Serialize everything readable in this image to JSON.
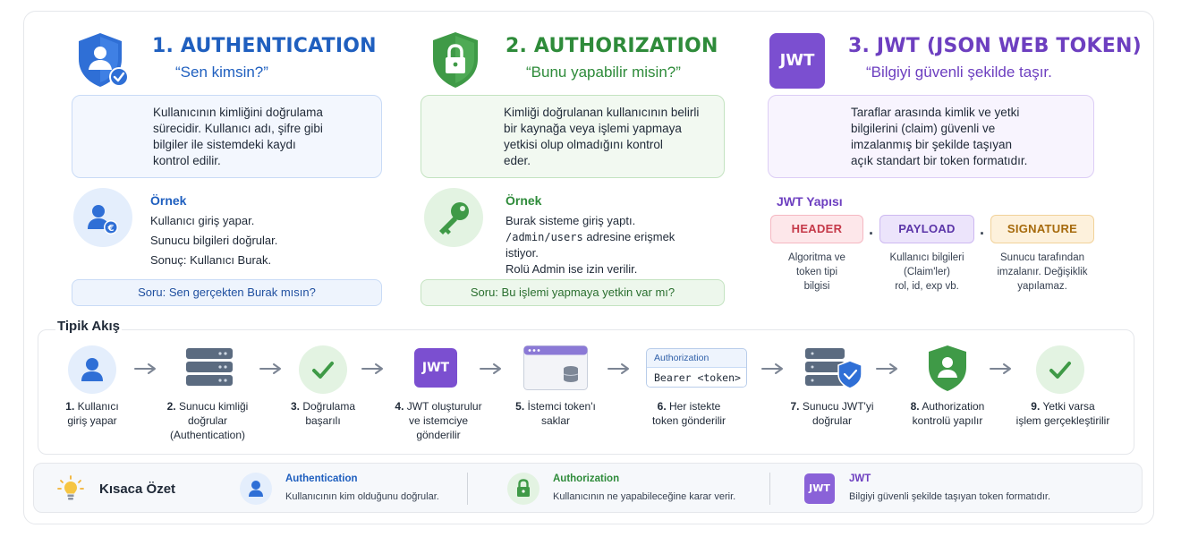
{
  "columns": [
    {
      "title": "1. AUTHENTICATION",
      "subtitle": "“Sen kimsin?”",
      "icon": "shield-user-icon",
      "color": "#1f5fbf",
      "description": [
        "Kullanıcının kimliğini doğrulama",
        "sürecidir. Kullanıcı adı, şifre gibi",
        "bilgiler ile sistemdeki kaydı",
        "kontrol edilir."
      ],
      "example_title": "Örnek",
      "example_icon": "user-card-icon",
      "example_lines": [
        "Kullanıcı giriş yapar.",
        "Sunucu bilgileri doğrular.",
        "Sonuç: Kullanıcı Burak."
      ],
      "question": "Soru: Sen gerçekten Burak mısın?"
    },
    {
      "title": "2. AUTHORIZATION",
      "subtitle": "“Bunu yapabilir misin?”",
      "icon": "shield-lock-icon",
      "color": "#2e8b3a",
      "description": [
        "Kimliği doğrulanan kullanıcının belirli",
        "bir kaynağa veya işlemi yapmaya",
        "yetkisi olup olmadığını kontrol",
        "eder."
      ],
      "example_title": "Örnek",
      "example_icon": "key-icon",
      "example_lines": [
        "Burak sisteme giriş yaptı.",
        "/admin/users",
        " adresine erişmek",
        "istiyor.",
        "Rolü Admin ise izin verilir."
      ],
      "question": "Soru: Bu işlemi yapmaya yetkin var mı?"
    },
    {
      "title": "3. JWT (JSON WEB TOKEN)",
      "subtitle": "“Bilgiyi güvenli şekilde taşır.",
      "icon_text": "JWT",
      "color": "#6d3fc0",
      "description": [
        "Taraflar arasında kimlik ve yetki",
        "bilgilerini (claim) güvenli ve",
        "imzalanmış bir şekilde taşıyan",
        "açık standart bir token formatıdır."
      ],
      "structure_title": "JWT Yapısı",
      "parts": [
        {
          "label": "HEADER",
          "desc": [
            "Algoritma ve",
            "token tipi",
            "bilgisi"
          ]
        },
        {
          "label": "PAYLOAD",
          "desc": [
            "Kullanıcı bilgileri",
            "(Claim'ler)",
            "rol, id, exp vb."
          ]
        },
        {
          "label": "SIGNATURE",
          "desc": [
            "Sunucu tarafından",
            "imzalanır. Değişiklik",
            "yapılamaz."
          ]
        }
      ],
      "separator": "."
    }
  ],
  "flow": {
    "title": "Tipik Akış",
    "steps": [
      {
        "num": "1.",
        "lines": [
          "Kullanıcı",
          "giriş yapar"
        ],
        "icon": "user-icon"
      },
      {
        "num": "2.",
        "lines": [
          "Sunucu kimliği",
          "doğrular",
          "(Authentication)"
        ],
        "icon": "server-icon"
      },
      {
        "num": "3.",
        "lines": [
          "Doğrulama",
          "başarılı"
        ],
        "icon": "check-icon"
      },
      {
        "num": "4.",
        "lines": [
          "JWT oluşturulur",
          "ve istemciye",
          "gönderilir"
        ],
        "icon": "jwt-icon",
        "icon_text": "JWT"
      },
      {
        "num": "5.",
        "lines": [
          "İstemci token'ı",
          "saklar"
        ],
        "icon": "browser-storage-icon"
      },
      {
        "num": "6.",
        "lines": [
          "Her istekte",
          "token gönderilir"
        ],
        "icon": "auth-header-icon",
        "header_key": "Authorization",
        "header_value": "Bearer <token>"
      },
      {
        "num": "7.",
        "lines": [
          "Sunucu JWT'yi",
          "doğrular"
        ],
        "icon": "server-shield-icon"
      },
      {
        "num": "8.",
        "lines": [
          "Authorization",
          "kontrolü yapılır"
        ],
        "icon": "shield-user-icon"
      },
      {
        "num": "9.",
        "lines": [
          "Yetki varsa",
          "işlem gerçekleştirilir"
        ],
        "icon": "check-icon"
      }
    ]
  },
  "summary": {
    "title": "Kısaca Özet",
    "icon": "lightbulb-icon",
    "items": [
      {
        "title": "Authentication",
        "text": "Kullanıcının kim olduğunu doğrular.",
        "icon": "user-icon",
        "color": "#1f5fbf"
      },
      {
        "title": "Authorization",
        "text": "Kullanıcının ne yapabileceğine karar verir.",
        "icon": "lock-icon",
        "color": "#2e8b3a"
      },
      {
        "title": "JWT",
        "text": "Bilgiyi güvenli şekilde taşıyan token formatıdır.",
        "icon": "jwt-icon",
        "icon_text": "JWT",
        "color": "#6d3fc0"
      }
    ]
  }
}
